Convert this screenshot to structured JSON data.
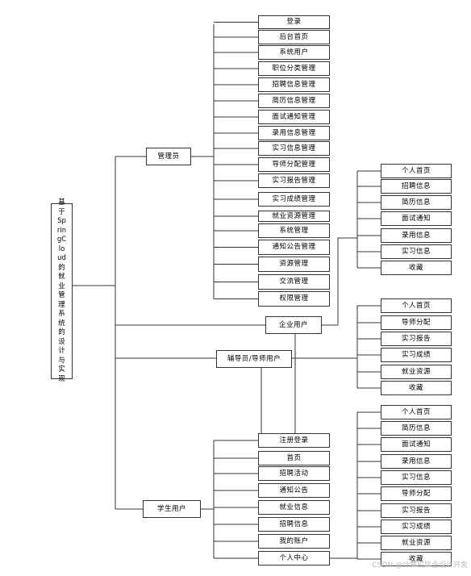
{
  "diagram": {
    "root": "基于SpringCloud的就业管理系统的设计与实现",
    "roles": {
      "admin": "管理员",
      "enterprise": "企业用户",
      "mentor": "辅导员/导师用户",
      "student": "学生用户"
    },
    "admin_items": [
      "登录",
      "后台首页",
      "系统用户",
      "职位分类管理",
      "招聘信息管理",
      "简历信息管理",
      "面试通知管理",
      "录用信息管理",
      "实习信息管理",
      "导师分配管理",
      "实习报告管理",
      "实习成绩管理",
      "就业资源管理",
      "系统管理",
      "通知公告管理",
      "资源管理",
      "交流管理",
      "权限管理"
    ],
    "enterprise_items": [
      "个人首页",
      "招聘信息",
      "简历信息",
      "面试通知",
      "录用信息",
      "实习信息",
      "收藏"
    ],
    "mentor_items": [
      "个人首页",
      "导师分配",
      "实习报告",
      "实习成绩",
      "就业资源",
      "收藏"
    ],
    "student_items": [
      "注册登录",
      "首页",
      "招聘活动",
      "通知公告",
      "就业信息",
      "招聘信息",
      "我的账户",
      "个人中心"
    ],
    "student_center_items": [
      "个人首页",
      "简历信息",
      "面试通知",
      "录用信息",
      "实习信息",
      "导师分配",
      "实习报告",
      "实习成绩",
      "就业资源",
      "收藏"
    ]
  },
  "watermark": "CSDN @计算机毕业设计开发",
  "colors": {
    "line": "#333333",
    "box_border": "#333333",
    "watermark": "#b9b9b9"
  }
}
